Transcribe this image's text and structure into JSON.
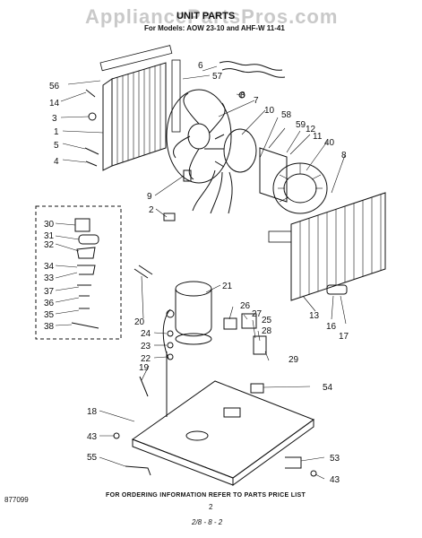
{
  "header": {
    "watermark": "AppliancePartsPros.com",
    "title": "UNIT PARTS",
    "models": "For Models: AOW 23-10 and AHF-W 11-41"
  },
  "callouts": [
    "1",
    "2",
    "3",
    "4",
    "5",
    "6",
    "7",
    "8",
    "8",
    "9",
    "10",
    "11",
    "12",
    "13",
    "14",
    "16",
    "17",
    "18",
    "19",
    "20",
    "21",
    "22",
    "23",
    "24",
    "25",
    "26",
    "27",
    "28",
    "29",
    "30",
    "31",
    "32",
    "33",
    "34",
    "35",
    "36",
    "37",
    "38",
    "40",
    "43",
    "43",
    "53",
    "54",
    "55",
    "56",
    "57",
    "58",
    "59"
  ],
  "footer": {
    "note": "FOR ORDERING INFORMATION REFER TO PARTS PRICE LIST",
    "code": "877099",
    "page": "2",
    "date": "2/8 - 8 - 2"
  }
}
